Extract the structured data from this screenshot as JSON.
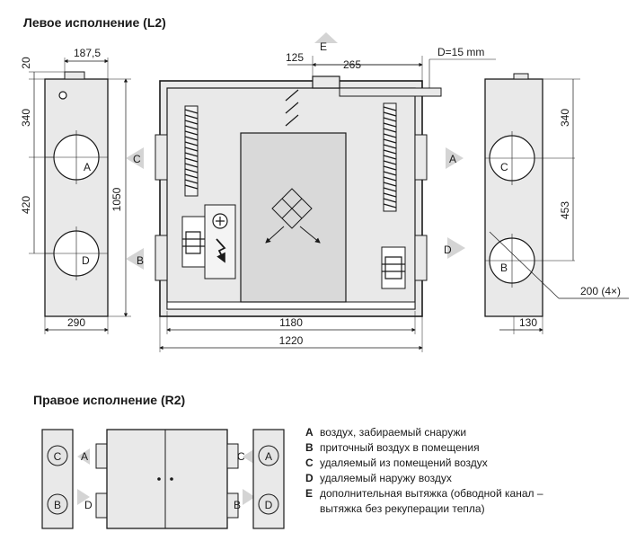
{
  "headings": {
    "left_version": "Левое исполнение (L2)",
    "right_version": "Правое исполнение (R2)"
  },
  "dimensions": {
    "d20": "20",
    "d187_5": "187,5",
    "d340_left": "340",
    "d420": "420",
    "d1050": "1050",
    "d290": "290",
    "d125": "125",
    "d265": "265",
    "drain": "D=15 mm",
    "d1180": "1180",
    "d1220": "1220",
    "d340_right": "340",
    "d453": "453",
    "d200": "200 (4×)",
    "d130": "130"
  },
  "port_labels": {
    "A": "A",
    "B": "B",
    "C": "C",
    "D": "D",
    "E": "E"
  },
  "legend": [
    {
      "key": "A",
      "text": "воздух, забираемый снаружи"
    },
    {
      "key": "B",
      "text": "приточный воздух в помещения"
    },
    {
      "key": "C",
      "text": "удаляемый из помещений воздух"
    },
    {
      "key": "D",
      "text": "удаляемый наружу воздух"
    },
    {
      "key": "E",
      "text": "дополнительная вытяжка (обводной канал –",
      "cont": "вытяжка без рекуперации тепла)"
    }
  ],
  "colors": {
    "panel": "#e9e9e9",
    "core": "#d9d9d9",
    "line": "#1a1a1a",
    "arrow": "#d4d4d4"
  }
}
